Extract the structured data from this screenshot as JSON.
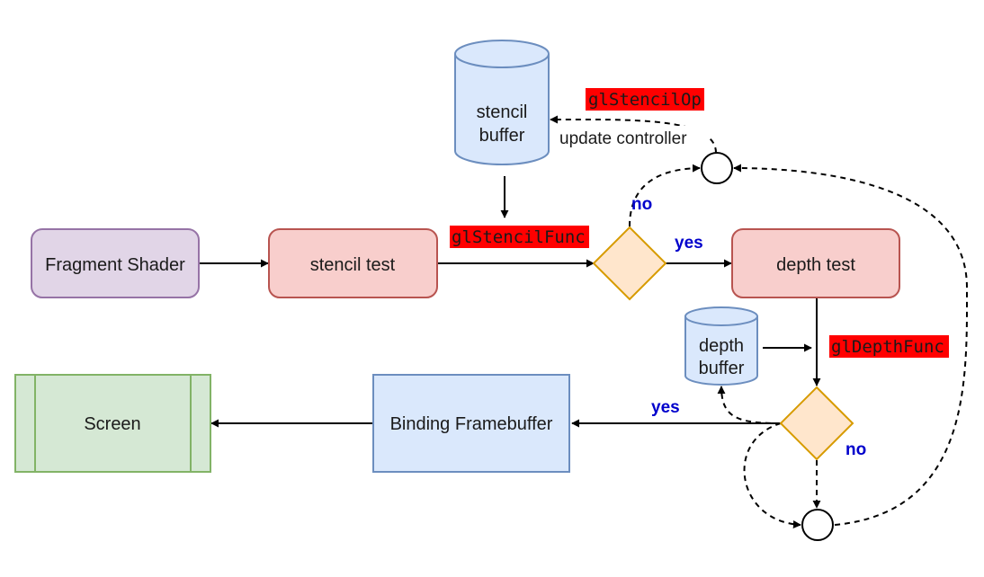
{
  "nodes": {
    "fragment_shader": "Fragment Shader",
    "stencil_test": "stencil test",
    "depth_test": "depth test",
    "stencil_buffer_line1": "stencil",
    "stencil_buffer_line2": "buffer",
    "depth_buffer_line1": "depth",
    "depth_buffer_line2": "buffer",
    "binding_framebuffer": "Binding Framebuffer",
    "screen": "Screen"
  },
  "functions": {
    "stencil_op": "glStencilOp",
    "stencil_func": "glStencilFunc",
    "depth_func": "glDepthFunc"
  },
  "labels": {
    "update_controller": "update controller",
    "stencil_no": "no",
    "stencil_yes": "yes",
    "depth_yes": "yes",
    "depth_no": "no"
  },
  "colors": {
    "shader_fill": "#e1d5e7",
    "shader_stroke": "#9673a6",
    "test_fill": "#f8cecc",
    "test_stroke": "#b85450",
    "buffer_fill": "#dae8fc",
    "buffer_stroke": "#6c8ebf",
    "decision_fill": "#ffe6cc",
    "decision_stroke": "#d79b00",
    "screen_fill": "#d5e8d4",
    "screen_stroke": "#82b366",
    "code_highlight": "#ff0000",
    "yes_no_text": "#0000cc"
  }
}
